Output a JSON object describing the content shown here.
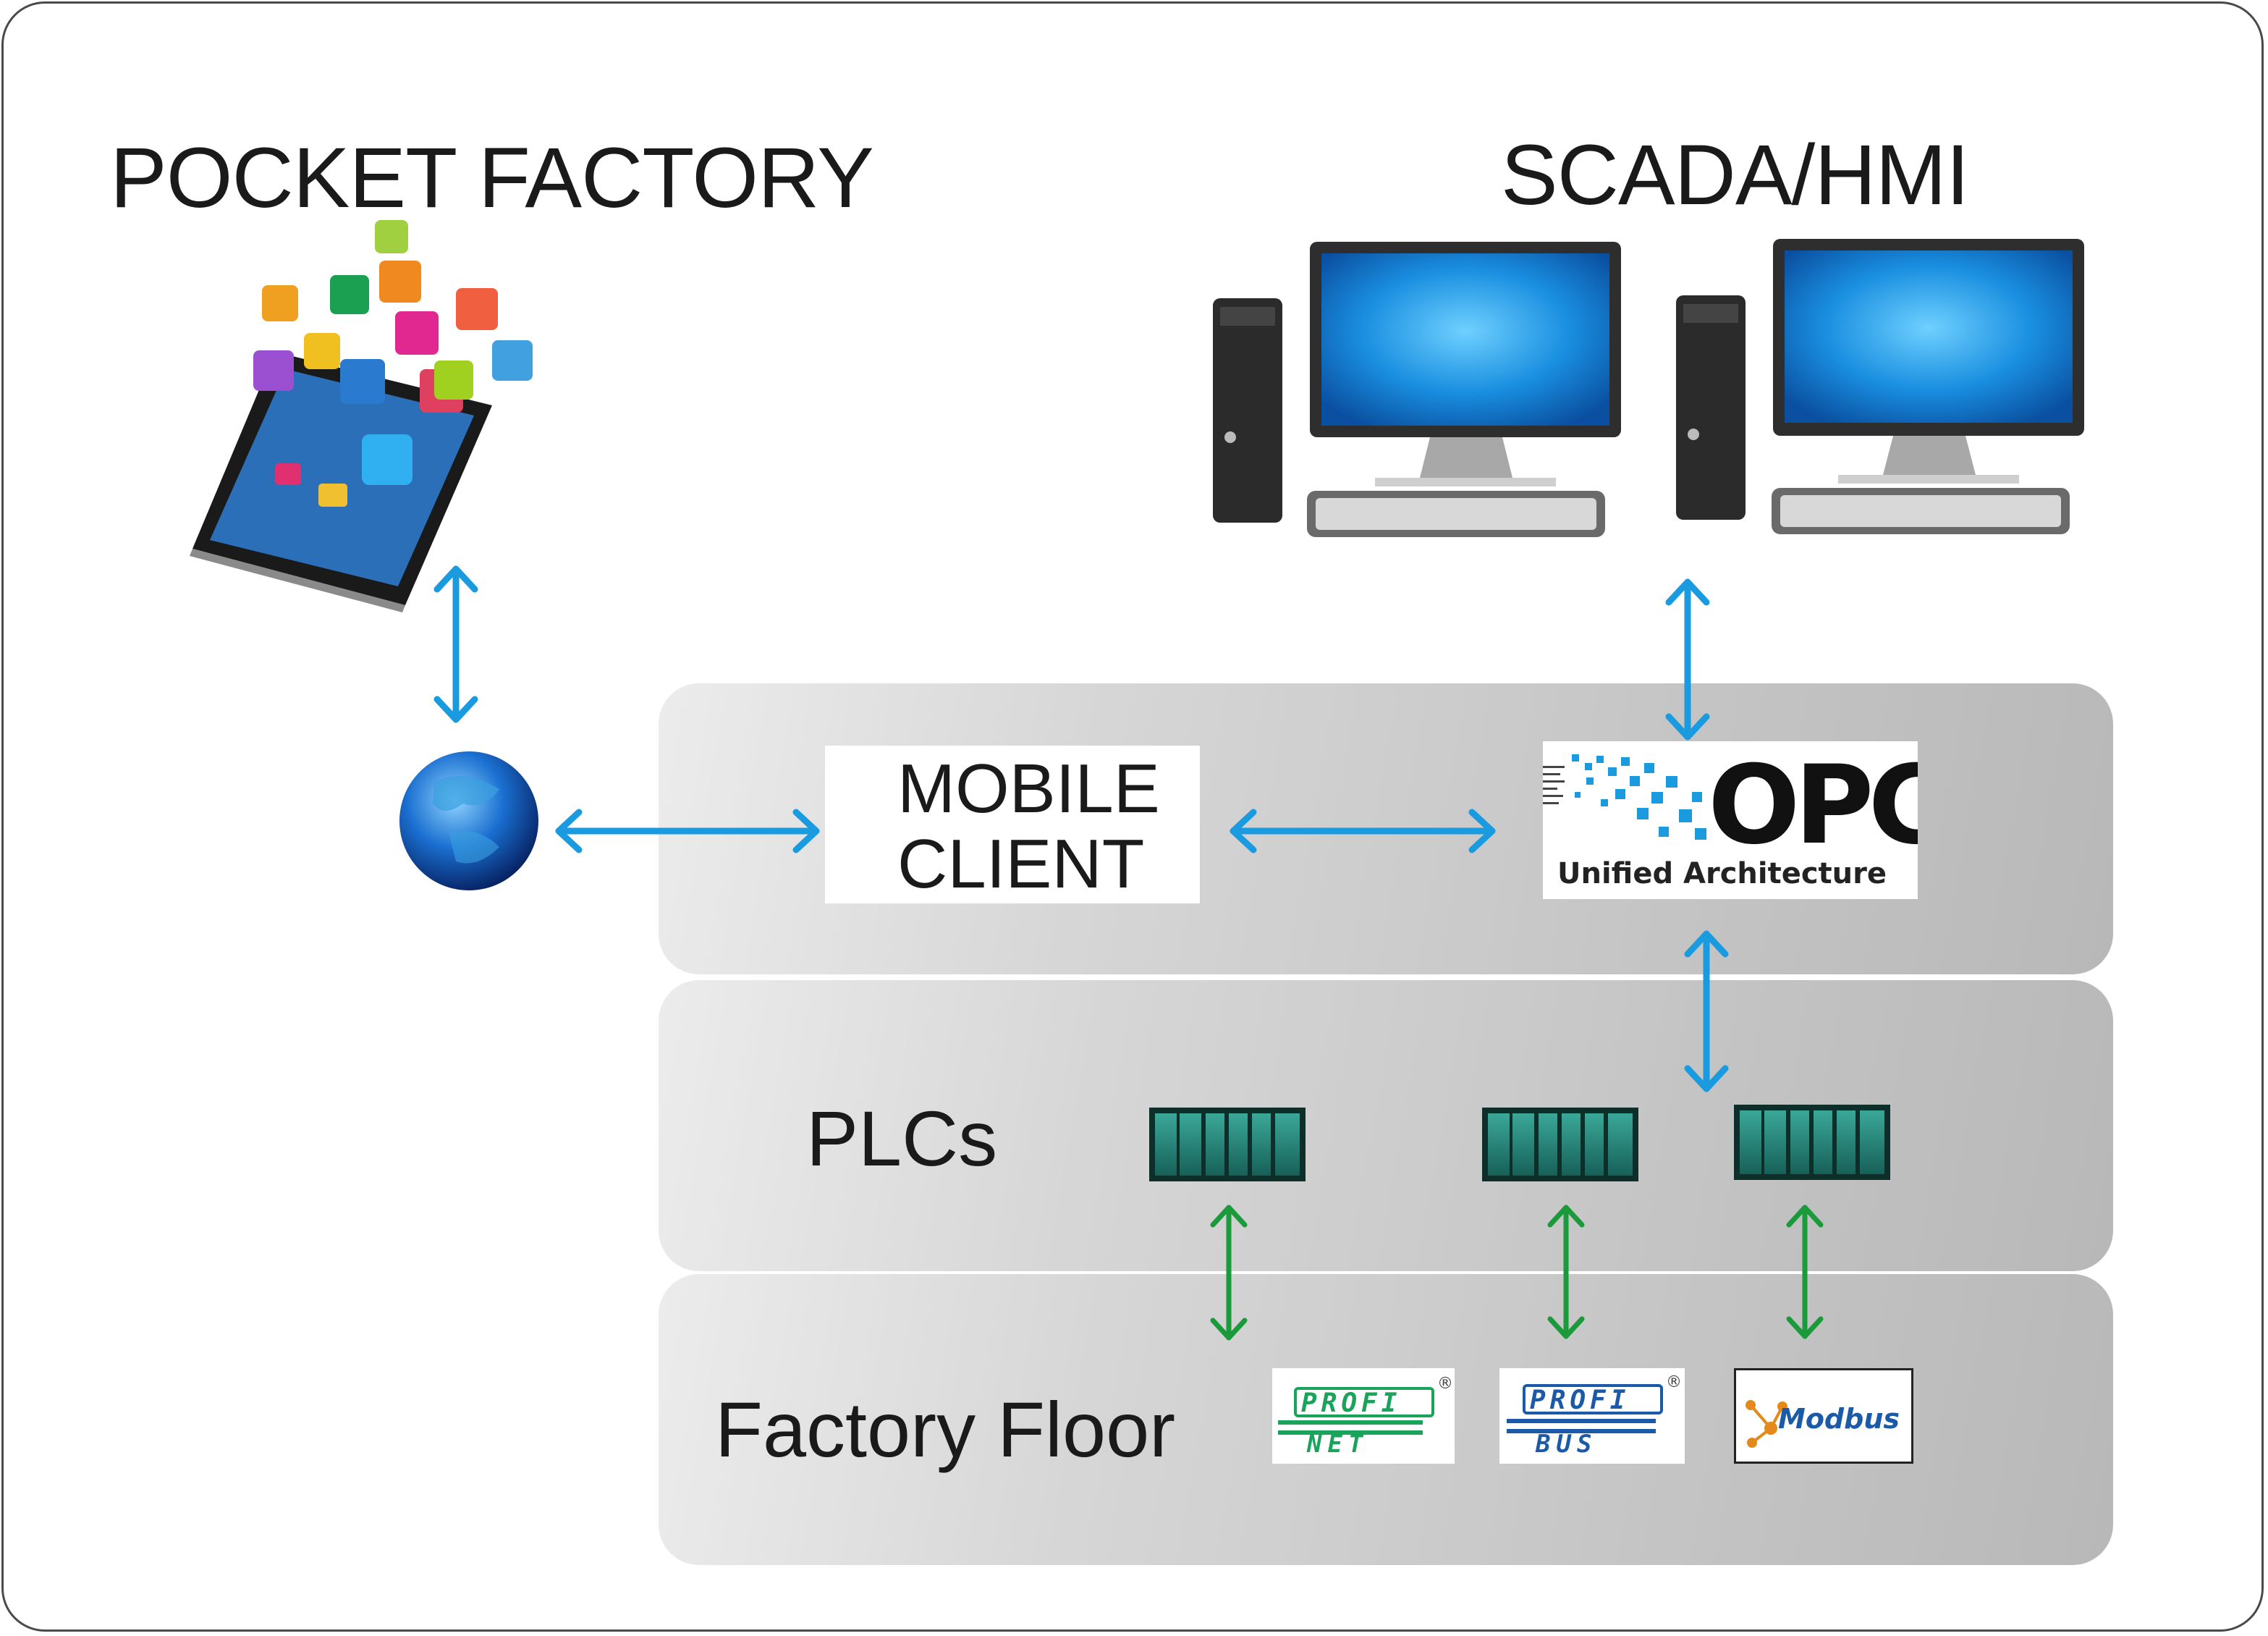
{
  "titles": {
    "pocket_factory": "POCKET FACTORY",
    "scada_hmi": "SCADA/HMI"
  },
  "layers": {
    "plcs": "PLCs",
    "factory_floor": "Factory Floor"
  },
  "mobile_client": {
    "line1": "MOBILE",
    "line2": "CLIENT"
  },
  "opc": {
    "logo_text": "OPC",
    "subtitle": "Unified Architecture"
  },
  "protocols": {
    "profinet": {
      "top": "PROFI",
      "bottom": "NET",
      "mark": "®"
    },
    "profibus": {
      "top": "PROFI",
      "bottom": "BUS",
      "mark": "®"
    },
    "modbus": {
      "name": "Modbus"
    }
  },
  "colors": {
    "blue_arrow": "#1a9be0",
    "green_arrow": "#1a9a3a",
    "plc_teal": "#2a8a78",
    "profinet_green": "#1aa35a",
    "profibus_blue": "#1a5aa8"
  },
  "icons": [
    "smartphone-apps-icon",
    "globe-icon",
    "desktop-computer-icon",
    "plc-rack-icon"
  ]
}
